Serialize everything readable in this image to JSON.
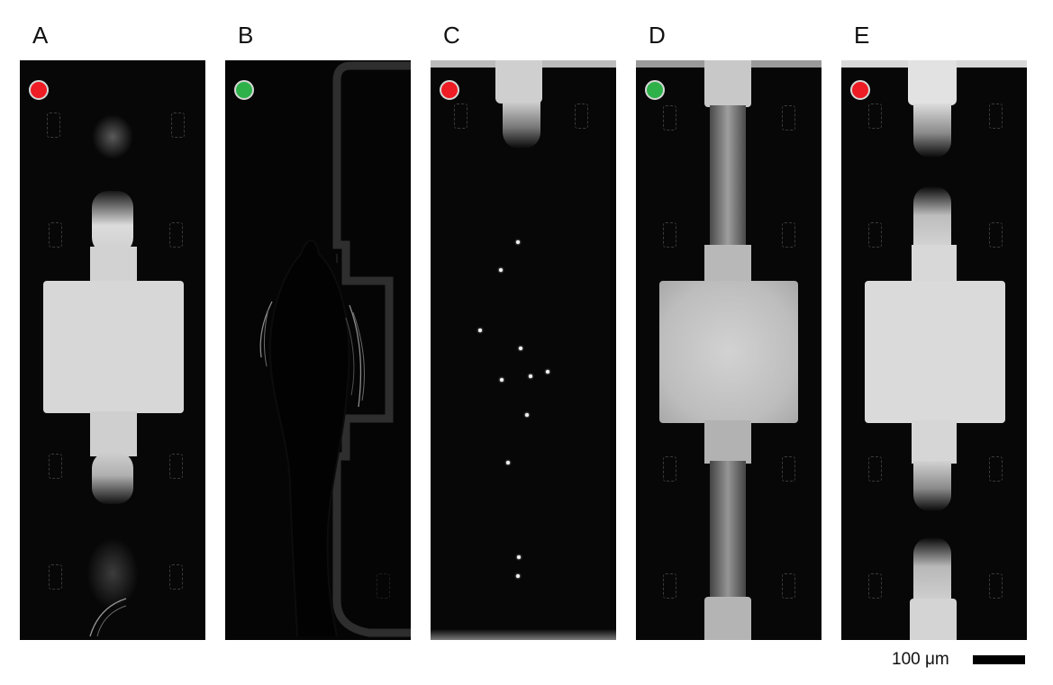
{
  "panels": [
    {
      "label": "A",
      "status_color": "#ee1c24",
      "status": "red"
    },
    {
      "label": "B",
      "status_color": "#2fb14a",
      "status": "green"
    },
    {
      "label": "C",
      "status_color": "#ee1c24",
      "status": "red"
    },
    {
      "label": "D",
      "status_color": "#2fb14a",
      "status": "green"
    },
    {
      "label": "E",
      "status_color": "#ee1c24",
      "status": "red"
    }
  ],
  "scale_bar": {
    "label": "100 μm"
  }
}
